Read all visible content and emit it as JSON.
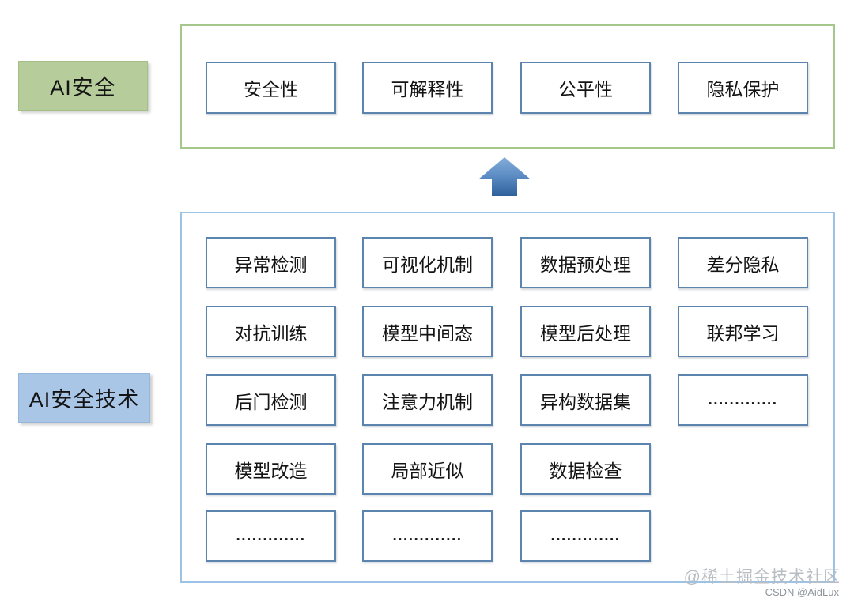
{
  "top_group": {
    "label": "AI安全",
    "items": [
      {
        "label": "安全性"
      },
      {
        "label": "可解释性"
      },
      {
        "label": "公平性"
      },
      {
        "label": "隐私保护"
      }
    ]
  },
  "arrow": {
    "name": "up-arrow",
    "color_top": "#83add9",
    "color_bottom": "#30609b"
  },
  "bottom_group": {
    "label": "AI安全技术",
    "rows": [
      [
        "异常检测",
        "可视化机制",
        "数据预处理",
        "差分隐私"
      ],
      [
        "对抗训练",
        "模型中间态",
        "模型后处理",
        "联邦学习"
      ],
      [
        "后门检测",
        "注意力机制",
        "异构数据集",
        "............."
      ],
      [
        "模型改造",
        "局部近似",
        "数据检查"
      ],
      [
        ".............",
        ".............",
        "............."
      ]
    ]
  },
  "watermark": {
    "line1": "@稀土掘金技术社区",
    "line2": "CSDN @AidLux"
  },
  "colors": {
    "top_frame_border": "#a6c78c",
    "bottom_frame_border": "#9cc2e5",
    "cell_border": "#5b84ae",
    "green_label_fill": "#b6cd9b",
    "blue_label_fill": "#a9c6e7",
    "text": "#141414",
    "watermark_light": "#b9bec4",
    "watermark_dark": "#8e959d"
  }
}
